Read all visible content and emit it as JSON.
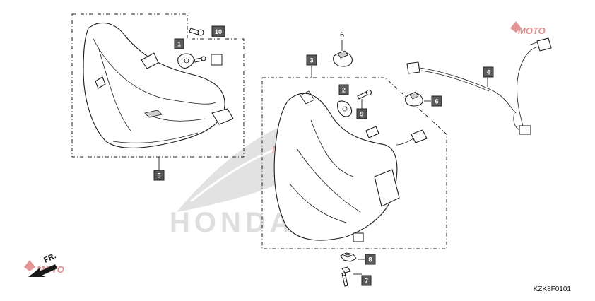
{
  "diagram": {
    "code": "KZK8F0101",
    "direction_label": "FR.",
    "watermark_brand": "HONDA",
    "watermark_logo_text": "MOTO",
    "callouts": [
      {
        "id": "c1",
        "label": "1",
        "style": "box"
      },
      {
        "id": "c2",
        "label": "2",
        "style": "box"
      },
      {
        "id": "c3",
        "label": "3",
        "style": "box"
      },
      {
        "id": "c4",
        "label": "4",
        "style": "box"
      },
      {
        "id": "c5",
        "label": "5",
        "style": "box"
      },
      {
        "id": "c6a",
        "label": "6",
        "style": "plain"
      },
      {
        "id": "c6b",
        "label": "6",
        "style": "box"
      },
      {
        "id": "c7",
        "label": "7",
        "style": "box"
      },
      {
        "id": "c8",
        "label": "8",
        "style": "box"
      },
      {
        "id": "c9",
        "label": "9",
        "style": "box"
      },
      {
        "id": "c10",
        "label": "10",
        "style": "box"
      },
      {
        "id": "c-empty",
        "label": "",
        "style": "empty"
      }
    ]
  }
}
